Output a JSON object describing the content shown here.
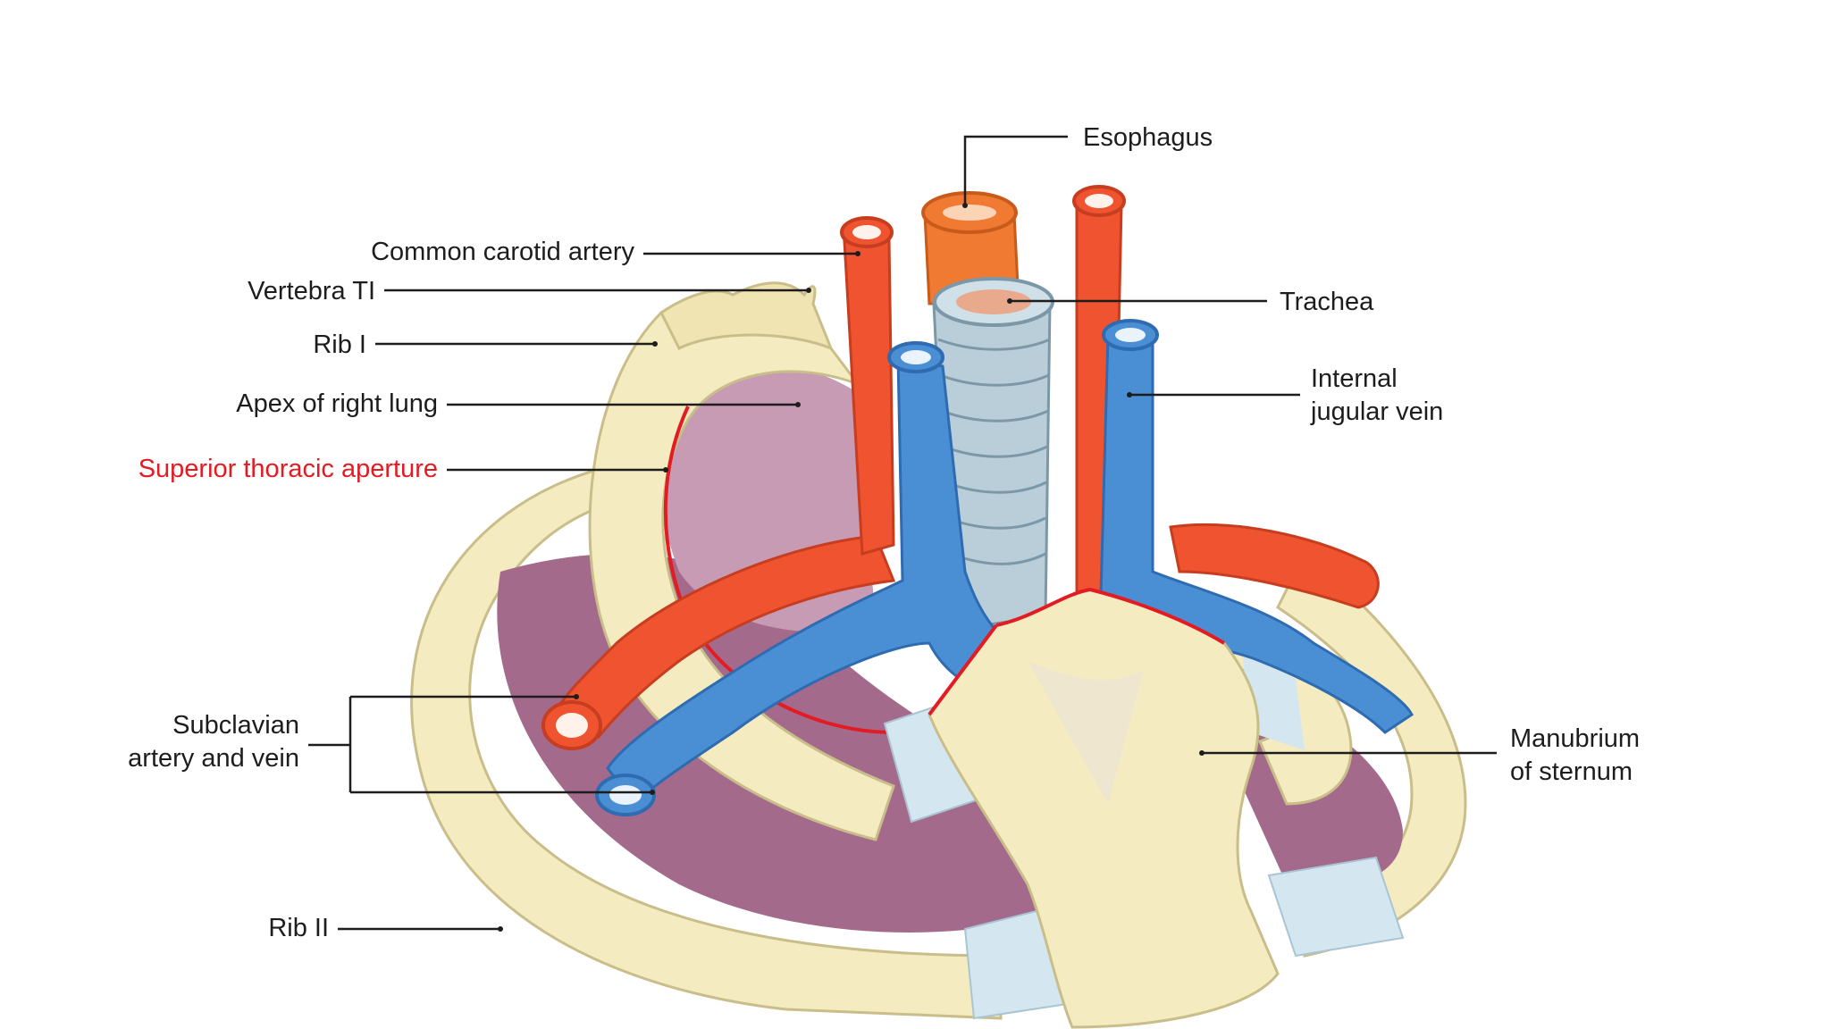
{
  "labels": {
    "esophagus": "Esophagus",
    "common_carotid": "Common carotid artery",
    "vertebra": "Vertebra TI",
    "trachea": "Trachea",
    "rib1": "Rib I",
    "apex_lung": "Apex of right lung",
    "internal_jugular_l1": "Internal",
    "internal_jugular_l2": "jugular vein",
    "superior_aperture": "Superior thoracic aperture",
    "subclavian_l1": "Subclavian",
    "subclavian_l2": "artery and vein",
    "manubrium_l1": "Manubrium",
    "manubrium_l2": "of sternum",
    "rib2": "Rib II"
  },
  "colors": {
    "bone": "#f4ecc0",
    "bone_outline": "#c9bd8a",
    "cartilage": "#d4e6ef",
    "lung": "#a46a8c",
    "lung_light": "#c79bb4",
    "artery": "#f0532f",
    "artery_dark": "#c63d1f",
    "vein": "#4a8fd4",
    "vein_dark": "#2f6bb0",
    "esophagus": "#f07a32",
    "trachea": "#b9ced9",
    "aperture_line": "#e31b23",
    "label_red": "#e31b23"
  }
}
